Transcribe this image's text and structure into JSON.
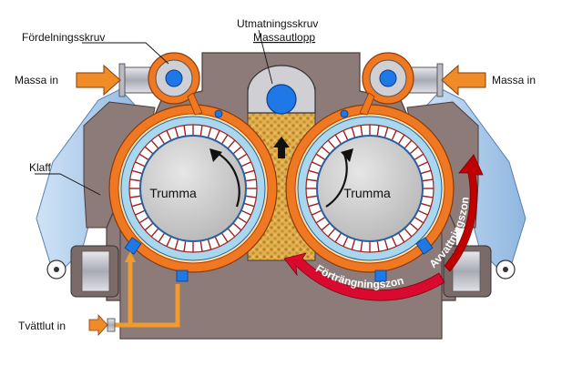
{
  "labels": {
    "distribution_screw": "Fördelningsskruv",
    "discharge_screw": "Utmatningsskruv",
    "pulp_outlet": "Massautlopp",
    "pulp_in_left": "Massa in",
    "pulp_in_right": "Massa in",
    "flap": "Klaff",
    "drum_left": "Trumma",
    "drum_right": "Trumma",
    "wash_liquor_in": "Tvättlut in",
    "dewatering_zone": "Avvattningszon",
    "displacement_zone": "Förträngningszon"
  },
  "colors": {
    "housing": "#8c7b79",
    "housing_dark": "#6b5b59",
    "orange": "#f07820",
    "blue": "#1e78e6",
    "light_blue": "#a8d8f0",
    "pulp": "#d8a040",
    "red": "#c00000",
    "arrow_orange": "#f08c28",
    "support_blue": "#9fc4e8"
  }
}
